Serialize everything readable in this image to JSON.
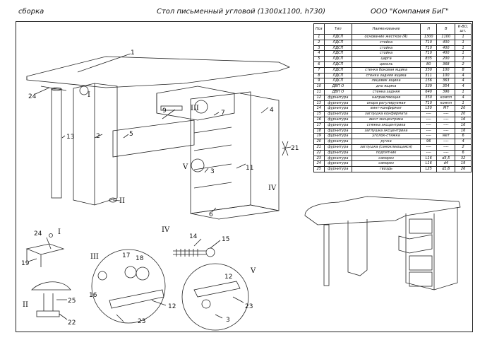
{
  "header": {
    "left": "сборка",
    "center": "Стол письменный угловой (1300х1100, h730)",
    "right": "ООО \"Компания БиГ\""
  },
  "table": {
    "headers": [
      "Поз",
      "Тип",
      "Наименование",
      "Н",
      "В",
      "К-ВО, шт."
    ],
    "rows": [
      [
        "1",
        "ЛДСП",
        "основание жесткое (R)",
        "1300",
        "1100",
        "1"
      ],
      [
        "2",
        "ЛДСП",
        "стойка",
        "710",
        "400",
        "1"
      ],
      [
        "3",
        "ЛДСП",
        "стойка",
        "710",
        "400",
        "1"
      ],
      [
        "4",
        "ЛДСП",
        "стойка",
        "710",
        "400",
        "1"
      ],
      [
        "5",
        "ЛДСП",
        "царга",
        "835",
        "200",
        "1"
      ],
      [
        "6",
        "ЛДСП",
        "цоколь",
        "80",
        "368",
        "2"
      ],
      [
        "7",
        "ЛДСП",
        "стенка боковая ящика",
        "350",
        "100",
        "8"
      ],
      [
        "8",
        "ЛДСП",
        "стенка задняя ящика",
        "311",
        "100",
        "4"
      ],
      [
        "9",
        "ЛДСП",
        "лицевик ящика",
        "156",
        "363",
        "4"
      ],
      [
        "10",
        "ДВП О",
        "дно ящика",
        "339",
        "354",
        "4"
      ],
      [
        "11",
        "ДВП О",
        "стенка задняя",
        "640",
        "396",
        "1"
      ],
      [
        "12",
        "фурнитура",
        "направляющая",
        "350",
        "компл",
        "4"
      ],
      [
        "13",
        "фурнитура",
        "опора регулируемая",
        "710",
        "компл",
        "1"
      ],
      [
        "14",
        "фурнитура",
        "винт-конфирмат",
        "L50",
        "М7",
        "20"
      ],
      [
        "15",
        "фурнитура",
        "заглушка конфирмата",
        "----",
        "----",
        "20"
      ],
      [
        "16",
        "фурнитура",
        "винт эксцентрика",
        "----",
        "----",
        "16"
      ],
      [
        "17",
        "фурнитура",
        "стяжка эксцентрика",
        "----",
        "----",
        "16"
      ],
      [
        "18",
        "фурнитура",
        "заглушка эксцентрика",
        "----",
        "----",
        "16"
      ],
      [
        "19",
        "фурнитура",
        "уголок-стяжка",
        "----",
        "мет",
        "6"
      ],
      [
        "20",
        "фурнитура",
        "ручка",
        "96",
        "----",
        "4"
      ],
      [
        "21",
        "фурнитура",
        "заглушка (самоклеющаяся)",
        "----",
        "----",
        "2"
      ],
      [
        "22",
        "фурнитура",
        "подпятник",
        "----",
        "----",
        "6"
      ],
      [
        "23",
        "фурнитура",
        "саморез",
        "L16",
        "d3,5",
        "32"
      ],
      [
        "24",
        "фурнитура",
        "саморез",
        "L16",
        "d4",
        "19"
      ],
      [
        "25",
        "фурнитура",
        "гвоздь",
        "L25",
        "d1,6",
        "26"
      ]
    ]
  },
  "callouts": {
    "main": [
      "1",
      "2",
      "3",
      "4",
      "5",
      "6",
      "7",
      "9",
      "11",
      "13",
      "21",
      "24"
    ],
    "detail_I": [
      "24",
      "19"
    ],
    "detail_II": [
      "25",
      "22"
    ],
    "detail_III": [
      "16",
      "17",
      "18",
      "12",
      "23"
    ],
    "detail_IV": [
      "14",
      "15"
    ],
    "detail_V": [
      "12",
      "23",
      "3"
    ]
  },
  "views": {
    "I": "I",
    "II": "II",
    "III": "III",
    "IV": "IV",
    "V": "V"
  }
}
